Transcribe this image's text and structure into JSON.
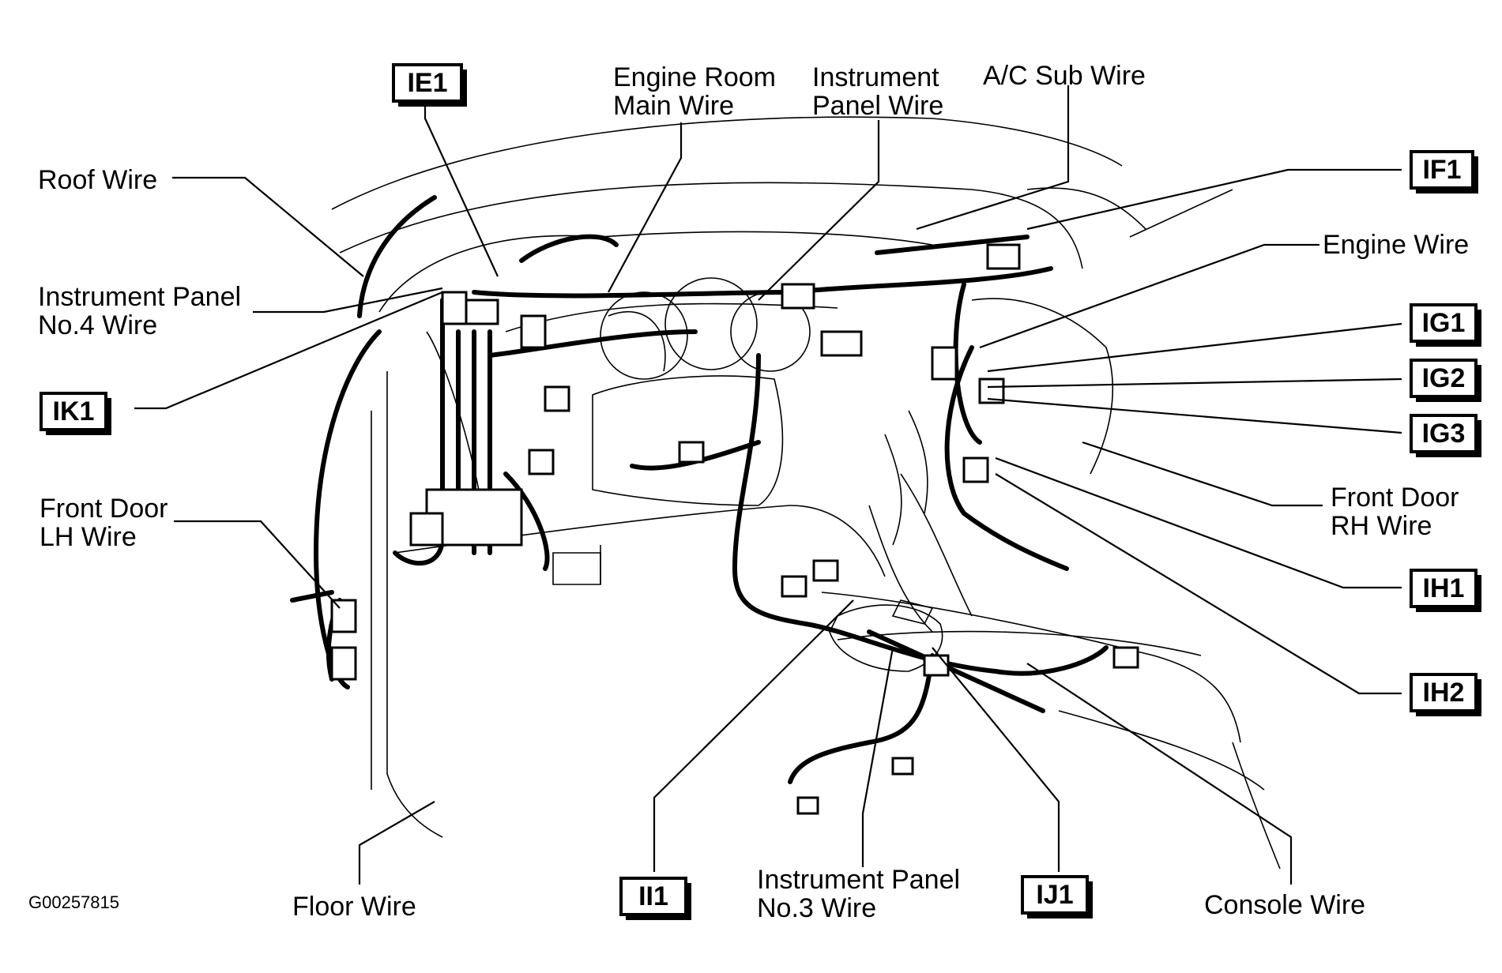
{
  "labels": {
    "roof_wire": "Roof Wire",
    "instrument_panel_no4_line1": "Instrument Panel",
    "instrument_panel_no4_line2": "No.4 Wire",
    "front_door_lh_line1": "Front Door",
    "front_door_lh_line2": "LH Wire",
    "floor_wire": "Floor Wire",
    "engine_room_main_line1": "Engine Room",
    "engine_room_main_line2": "Main Wire",
    "instrument_panel_wire_line1": "Instrument",
    "instrument_panel_wire_line2": "Panel Wire",
    "ac_sub_wire": "A/C Sub Wire",
    "engine_wire": "Engine Wire",
    "front_door_rh_line1": "Front Door",
    "front_door_rh_line2": "RH Wire",
    "instrument_panel_no3_line1": "Instrument Panel",
    "instrument_panel_no3_line2": "No.3 Wire",
    "console_wire": "Console Wire"
  },
  "connectors": {
    "ie1": "IE1",
    "ik1": "IK1",
    "if1": "IF1",
    "ig1": "IG1",
    "ig2": "IG2",
    "ig3": "IG3",
    "ih1": "IH1",
    "ih2": "IH2",
    "ii1": "II1",
    "ij1": "IJ1"
  },
  "figure_code": "G00257815"
}
